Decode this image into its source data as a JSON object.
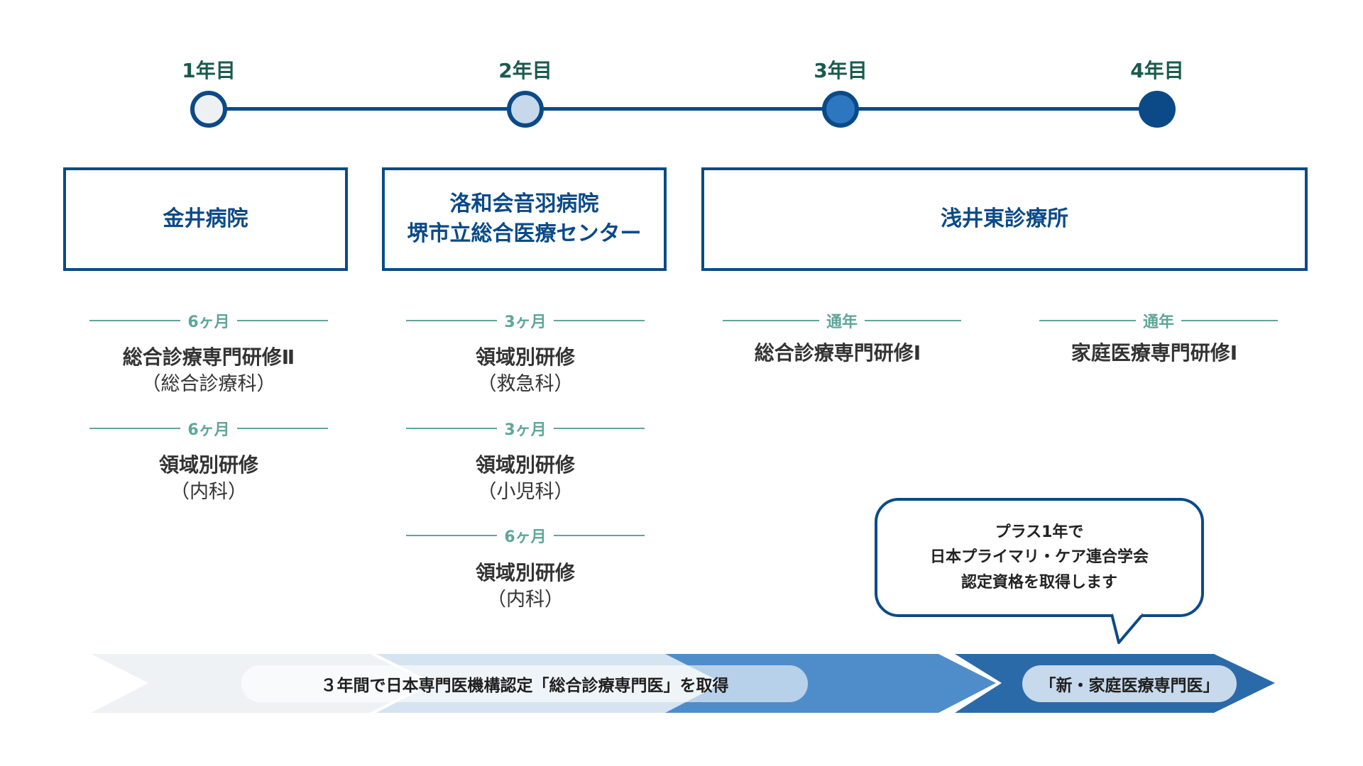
{
  "timeline": {
    "years": [
      "1年目",
      "2年目",
      "3年目",
      "4年目"
    ],
    "dot_colors": [
      "#eef1f4",
      "#c7d8ea",
      "#2d77c0",
      "#0b4a87"
    ],
    "line_color": "#0b4a87"
  },
  "hospitals": {
    "box1": [
      "金井病院"
    ],
    "box2": [
      "洛和会音羽病院",
      "堺市立総合医療センター"
    ],
    "box3": [
      "浅井東診療所"
    ]
  },
  "columns": {
    "col1": [
      {
        "period": "6ヶ月",
        "title": "総合診療専門研修Ⅱ",
        "sub": "（総合診療科）"
      },
      {
        "period": "6ヶ月",
        "title": "領域別研修",
        "sub": "（内科）"
      }
    ],
    "col2": [
      {
        "period": "3ヶ月",
        "title": "領域別研修",
        "sub": "（救急科）"
      },
      {
        "period": "3ヶ月",
        "title": "領域別研修",
        "sub": "（小児科）"
      },
      {
        "period": "6ヶ月",
        "title": "領域別研修",
        "sub": "（内科）"
      }
    ],
    "col3": [
      {
        "period": "通年",
        "title": "総合診療専門研修Ⅰ"
      }
    ],
    "col4": [
      {
        "period": "通年",
        "title": "家庭医療専門研修Ⅰ"
      }
    ]
  },
  "bubble": {
    "lines": [
      "プラス1年で",
      "日本プライマリ・ケア連合学会",
      "認定資格を取得します"
    ]
  },
  "bottom": {
    "pill1": "３年間で日本専門医機構認定「総合診療専門医」を取得",
    "pill2": "「新・家庭医療専門医」",
    "colors": [
      "#eff2f5",
      "#d6e4f1",
      "#4f8dca",
      "#2b6aa9"
    ]
  }
}
